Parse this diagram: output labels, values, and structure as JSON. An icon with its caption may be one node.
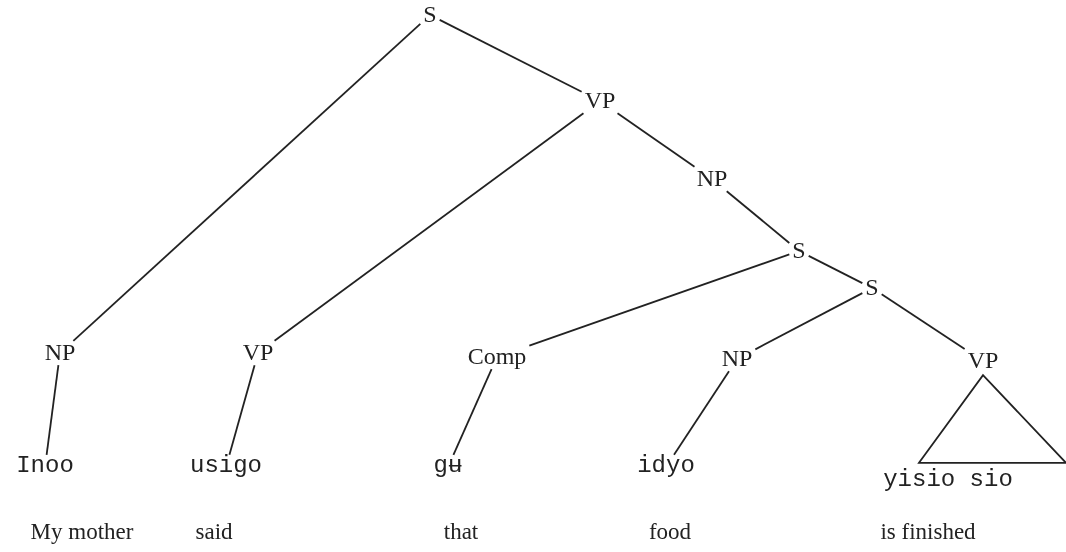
{
  "diagram": {
    "nodes": [
      {
        "text": [
          "S"
        ]
      },
      {
        "text": [
          "VP"
        ]
      },
      {
        "text": [
          "NP"
        ]
      },
      {
        "text": [
          "S"
        ]
      },
      {
        "text": [
          "S"
        ]
      },
      {
        "text": [
          "NP"
        ]
      },
      {
        "text": [
          "VP"
        ]
      },
      {
        "text": [
          "Comp"
        ]
      },
      {
        "text": [
          "NP"
        ]
      },
      {
        "text": [
          "VP"
        ]
      },
      {
        "text": [
          "Inoo"
        ]
      },
      {
        "text": [
          "usigo"
        ]
      },
      {
        "text": [
          "gʉ"
        ]
      },
      {
        "text": [
          "idyo"
        ]
      },
      {
        "text": [
          "yisio sio"
        ]
      }
    ],
    "edges": [
      {
        "from": 0,
        "to": 1,
        "arrow": "none"
      },
      {
        "from": 0,
        "to": 5,
        "arrow": "none"
      },
      {
        "from": 1,
        "to": 6,
        "arrow": "none"
      },
      {
        "from": 1,
        "to": 2,
        "arrow": "none"
      },
      {
        "from": 2,
        "to": 3,
        "arrow": "none"
      },
      {
        "from": 3,
        "to": 7,
        "arrow": "none"
      },
      {
        "from": 3,
        "to": 4,
        "arrow": "none"
      },
      {
        "from": 4,
        "to": 8,
        "arrow": "none"
      },
      {
        "from": 4,
        "to": 9,
        "arrow": "none"
      },
      {
        "from": 5,
        "to": 10,
        "arrow": "none"
      },
      {
        "from": 6,
        "to": 11,
        "arrow": "none"
      },
      {
        "from": 7,
        "to": 12,
        "arrow": "none"
      },
      {
        "from": 8,
        "to": 13,
        "arrow": "none"
      },
      {
        "from": 9,
        "to": 14,
        "arrow": "none"
      }
    ],
    "labels": [
      "My mother",
      "said",
      "that",
      "food",
      "is finished"
    ]
  }
}
